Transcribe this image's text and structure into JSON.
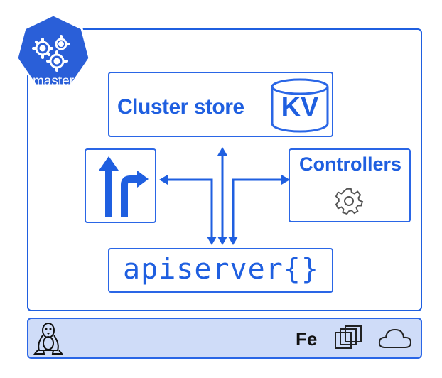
{
  "master": {
    "label": "master",
    "icon": "gears-icon"
  },
  "cluster_store": {
    "label": "Cluster store",
    "kv_label": "KV",
    "icon": "database-icon"
  },
  "router": {
    "icon": "routing-arrows-icon"
  },
  "controllers": {
    "label": "Controllers",
    "icon": "gear-icon"
  },
  "apiserver": {
    "label": "apiserver{}"
  },
  "footer": {
    "fe_label": "Fe",
    "icons": [
      "linux-tux-icon",
      "vm-stack-icon",
      "cloud-icon"
    ]
  },
  "colors": {
    "accent": "#1f5fe0",
    "footer_bg": "#cfdcf8",
    "badge": "#2a5fd8"
  }
}
